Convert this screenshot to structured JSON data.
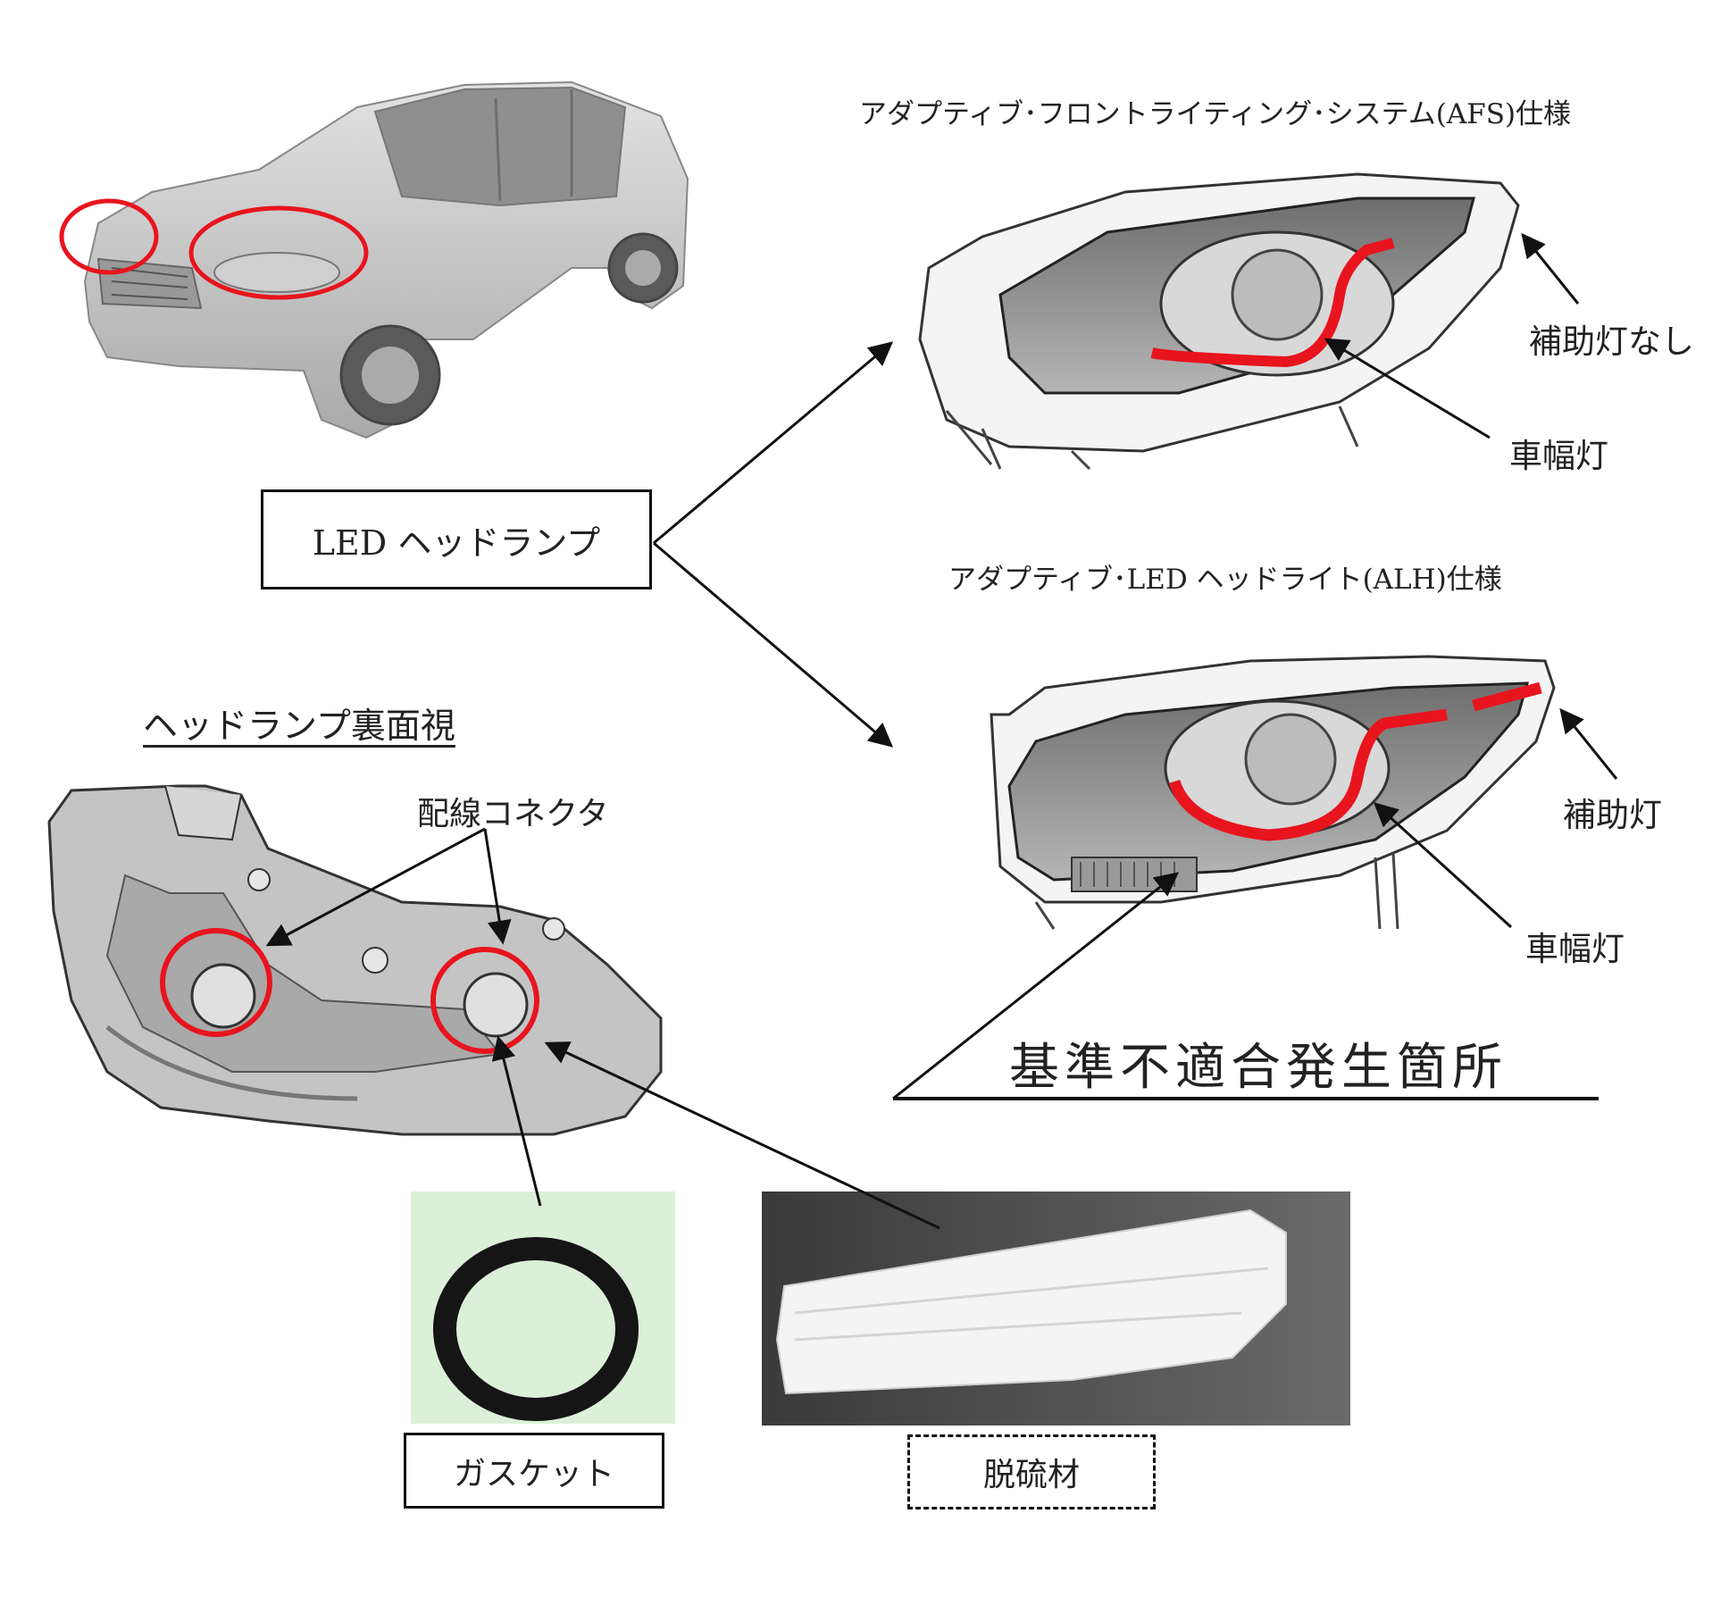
{
  "labels": {
    "afs_title": "アダプティブ･フロントライティング･システム(AFS)仕様",
    "alh_title": "アダプティブ･LED ヘッドライト(ALH)仕様",
    "led_headlamp": "LED ヘッドランプ",
    "rear_view": "ヘッドランプ裏面視",
    "connector": "配線コネクタ",
    "no_aux_lamp": "補助灯なし",
    "clearance_lamp_1": "車幅灯",
    "aux_lamp": "補助灯",
    "clearance_lamp_2": "車幅灯",
    "defect_location": "基準不適合発生箇所",
    "gasket": "ガスケット",
    "desulfurizer": "脱硫材"
  },
  "colors": {
    "highlight": "#e8141e",
    "line": "#111111",
    "gasket_bg": "#dcefd8"
  }
}
